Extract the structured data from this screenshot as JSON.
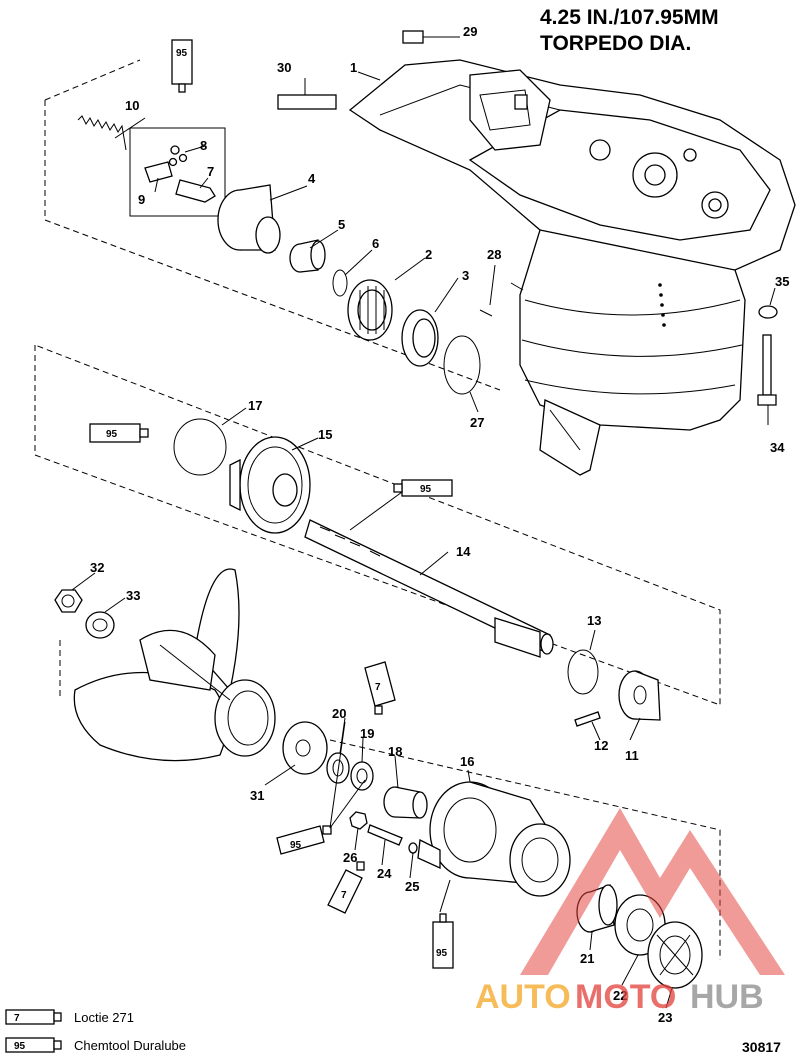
{
  "title_line1": "4.25 IN./107.95MM",
  "title_line2": "TORPEDO DIA.",
  "figure_number": "30817",
  "watermark": {
    "part1": "AUTO",
    "part2": "MOTO",
    "part3": "HUB",
    "color_orange": "#f5a623",
    "color_red": "#e2403a",
    "color_gray": "#8a8a8a"
  },
  "legend": [
    {
      "code": "7",
      "label": "Loctie 271"
    },
    {
      "code": "95",
      "label": "Chemtool Duralube"
    }
  ],
  "tube_codes": [
    "95",
    "95",
    "95",
    "7",
    "95",
    "7",
    "95"
  ],
  "callouts": [
    "1",
    "2",
    "3",
    "4",
    "5",
    "6",
    "7",
    "8",
    "9",
    "10",
    "11",
    "12",
    "13",
    "14",
    "15",
    "16",
    "17",
    "18",
    "19",
    "20",
    "21",
    "22",
    "23",
    "24",
    "25",
    "26",
    "27",
    "28",
    "29",
    "30",
    "31",
    "32",
    "33",
    "34",
    "35"
  ]
}
